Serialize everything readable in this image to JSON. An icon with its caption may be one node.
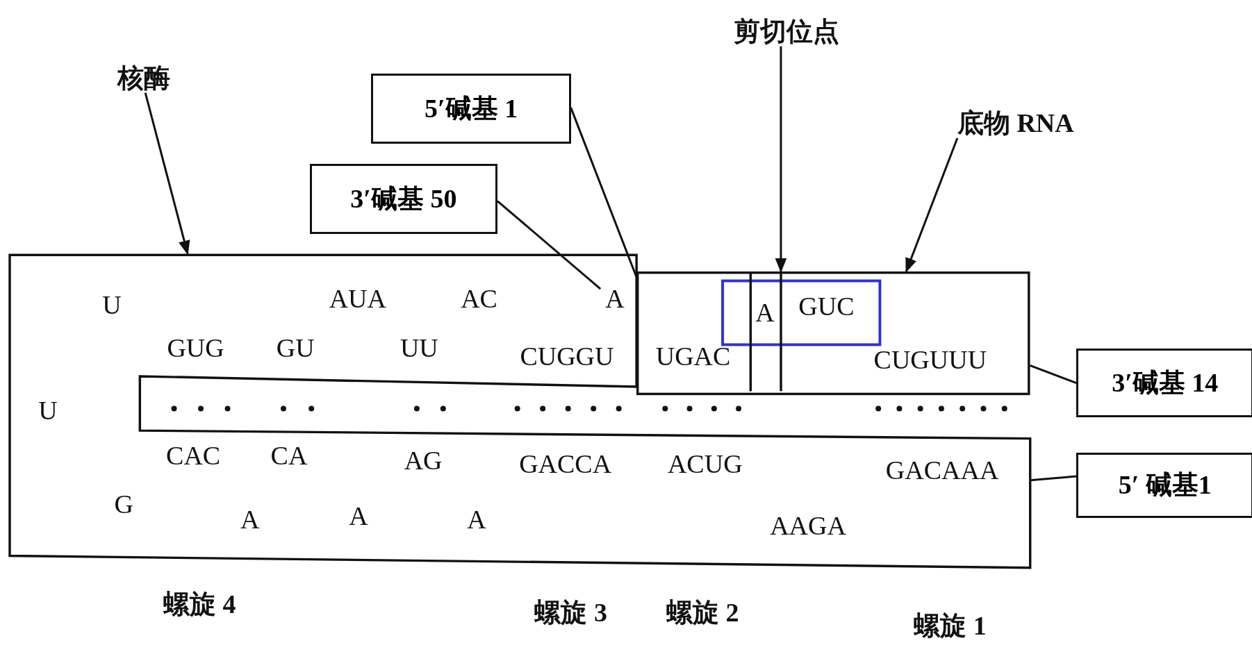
{
  "diagram": {
    "nodes": [
      {
        "text": [
          "核酶"
        ]
      },
      {
        "text": [],
        "shape": "box"
      },
      {
        "text": [
          "剪切位点"
        ]
      },
      {
        "text": [
          "底物 RNA"
        ]
      },
      {
        "text": [],
        "shape": "box"
      },
      {
        "text": [
          "5′碱基 1"
        ]
      },
      {
        "text": [
          "3′碱基 50"
        ]
      },
      {
        "text": [
          "3′碱基 14"
        ]
      },
      {
        "text": [
          "5′ 碱基1"
        ]
      }
    ],
    "edges": [
      {
        "from": 0,
        "to": 1,
        "arrow": "to"
      },
      {
        "from": 2,
        "to": 4,
        "arrow": "to"
      },
      {
        "from": 3,
        "to": 4,
        "arrow": "to"
      },
      {
        "from": 5,
        "to": 4,
        "arrow": "none"
      },
      {
        "from": 6,
        "to": 1,
        "arrow": "none"
      },
      {
        "from": 7,
        "to": 4,
        "arrow": "none"
      },
      {
        "from": 8,
        "to": 1,
        "arrow": "none"
      }
    ],
    "labels": [
      "U",
      "AUA",
      "AC",
      "A",
      "A",
      "GUC",
      "GUG",
      "GU",
      "UU",
      "CUGGU",
      "UGAC",
      "CUGUUU",
      "U",
      "CAC",
      "CA",
      "AG",
      "GACCA",
      "ACUG",
      "GACAAA",
      "G",
      "A",
      "A",
      "A",
      "AAGA",
      "螺旋 4",
      "螺旋 3",
      "螺旋 2",
      "螺旋 1"
    ]
  }
}
